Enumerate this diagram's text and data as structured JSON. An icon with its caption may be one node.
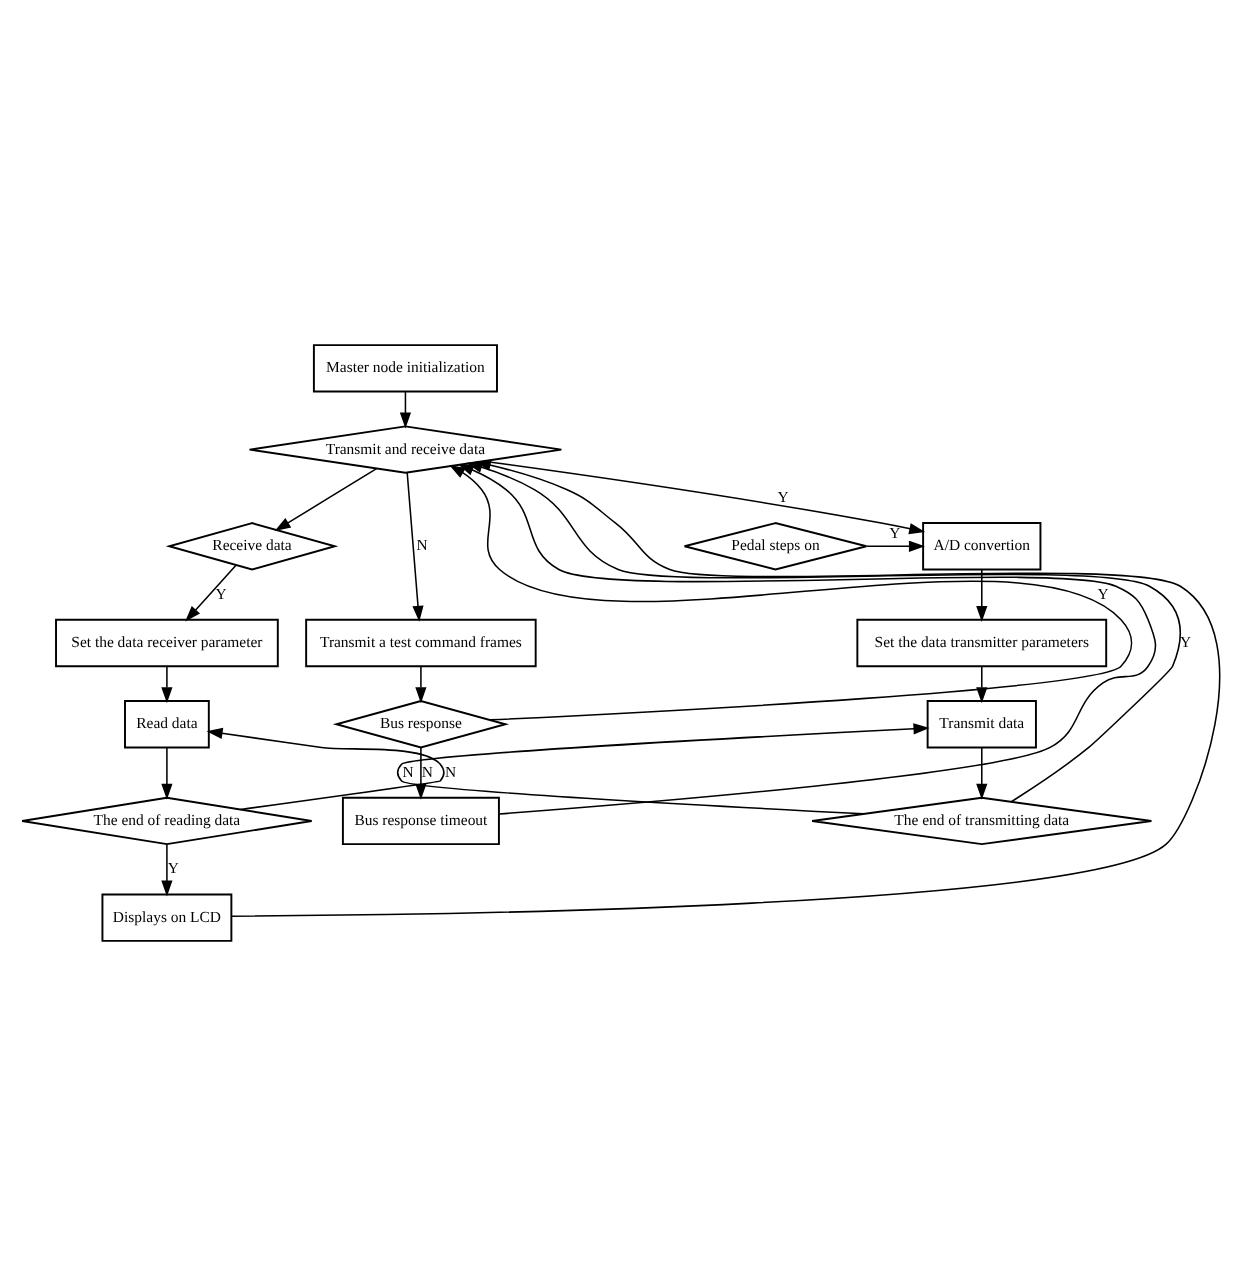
{
  "diagram": {
    "nodes": [
      {
        "text": [
          "Master node initialization"
        ]
      },
      {
        "text": [
          "Transmit and receive data"
        ]
      },
      {
        "text": [
          "Pedal steps on"
        ]
      },
      {
        "text": [
          "A/D convertion"
        ]
      },
      {
        "text": [
          "Receive data"
        ]
      },
      {
        "text": [
          "Transmit a test command frames"
        ]
      },
      {
        "text": [
          "Set the data transmitter parameters"
        ]
      },
      {
        "text": [
          "Set the data receiver parameter"
        ]
      },
      {
        "text": [
          "Bus response"
        ]
      },
      {
        "text": [
          "Transmit data"
        ]
      },
      {
        "text": [
          "Read data"
        ]
      },
      {
        "text": [
          "Bus response timeout"
        ]
      },
      {
        "text": [
          "The end of transmitting data"
        ]
      },
      {
        "text": [
          "The end of reading data"
        ]
      },
      {
        "text": [
          "Displays on LCD"
        ]
      }
    ],
    "edges": [
      {
        "from": 0,
        "to": 1,
        "arrow": "to"
      },
      {
        "from": 1,
        "to": 5,
        "arrow": "to",
        "label": "N"
      },
      {
        "from": 1,
        "to": 3,
        "arrow": "to",
        "label": "Y"
      },
      {
        "from": 1,
        "to": 4,
        "arrow": "to"
      },
      {
        "from": 2,
        "to": 3,
        "arrow": "to",
        "label": "Y"
      },
      {
        "from": 3,
        "to": 6,
        "arrow": "to"
      },
      {
        "from": 4,
        "to": 7,
        "arrow": "to",
        "label": "Y"
      },
      {
        "from": 5,
        "to": 8,
        "arrow": "to"
      },
      {
        "from": 6,
        "to": 9,
        "arrow": "to"
      },
      {
        "from": 7,
        "to": 10,
        "arrow": "to"
      },
      {
        "from": 8,
        "to": 11,
        "arrow": "to",
        "label": "N"
      },
      {
        "from": 8,
        "to": 1,
        "arrow": "to",
        "label": "Y"
      },
      {
        "from": 9,
        "to": 12,
        "arrow": "to"
      },
      {
        "from": 12,
        "to": 9,
        "arrow": "to",
        "label": "N"
      },
      {
        "from": 12,
        "to": 1,
        "arrow": "to",
        "label": "Y"
      },
      {
        "from": 10,
        "to": 13,
        "arrow": "to"
      },
      {
        "from": 13,
        "to": 10,
        "arrow": "to",
        "label": "N"
      },
      {
        "from": 13,
        "to": 14,
        "arrow": "to",
        "label": "Y"
      },
      {
        "from": 11,
        "to": 1,
        "arrow": "to"
      },
      {
        "from": 14,
        "to": 1,
        "arrow": "to"
      }
    ]
  }
}
